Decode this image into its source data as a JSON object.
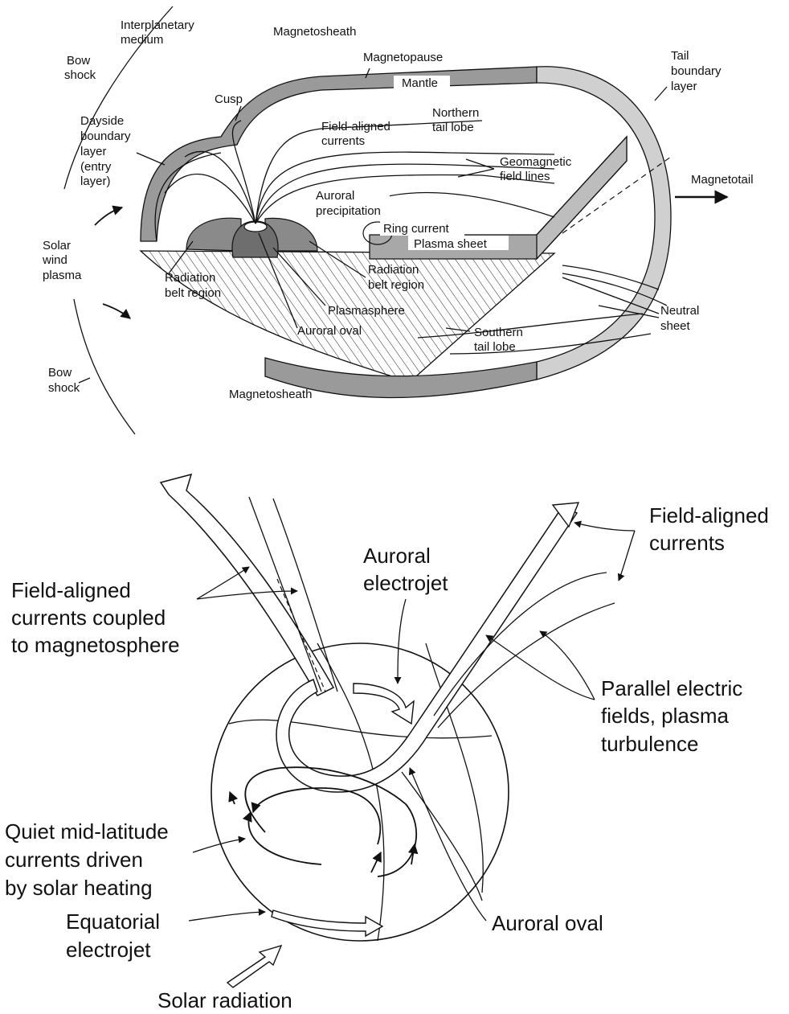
{
  "top_diagram": {
    "labels": {
      "interplanetary_medium": [
        "Interplanetary",
        "medium"
      ],
      "magnetosheath_top": "Magnetosheath",
      "bow_shock_top": [
        "Bow",
        "shock"
      ],
      "magnetopause": "Magnetopause",
      "tail_boundary_layer": [
        "Tail",
        "boundary",
        "layer"
      ],
      "mantle": "Mantle",
      "cusp": "Cusp",
      "northern_tail_lobe": [
        "Northern",
        "tail lobe"
      ],
      "dayside_boundary_layer": [
        "Dayside",
        "boundary",
        "layer",
        "(entry",
        "layer)"
      ],
      "field_aligned_currents": [
        "Field-aligned",
        "currents"
      ],
      "geomagnetic_field_lines": [
        "Geomagnetic",
        "field lines"
      ],
      "magnetotail": "Magnetotail",
      "auroral_precipitation": [
        "Auroral",
        "precipitation"
      ],
      "ring_current": "Ring current",
      "plasma_sheet": "Plasma sheet",
      "solar_wind_plasma": [
        "Solar",
        "wind",
        "plasma"
      ],
      "radiation_belt_left": [
        "Radiation",
        "belt region"
      ],
      "radiation_belt_right": [
        "Radiation",
        "belt region"
      ],
      "plasmasphere": "Plasmasphere",
      "neutral_sheet": [
        "Neutral",
        "sheet"
      ],
      "auroral_oval": "Auroral oval",
      "southern_tail_lobe": [
        "Southern",
        "tail lobe"
      ],
      "bow_shock_bottom": [
        "Bow",
        "shock"
      ],
      "magnetosheath_bottom": "Magnetosheath"
    }
  },
  "bottom_diagram": {
    "labels": {
      "fac_coupled": [
        "Field-aligned",
        "currents coupled",
        "to magnetosphere"
      ],
      "auroral_electrojet": [
        "Auroral",
        "electrojet"
      ],
      "field_aligned_currents": [
        "Field-aligned",
        "currents"
      ],
      "parallel_electric": [
        "Parallel electric",
        "fields, plasma",
        "turbulence"
      ],
      "quiet_midlatitude": [
        "Quiet mid-latitude",
        "currents driven",
        "by solar heating"
      ],
      "equatorial_electrojet": [
        "Equatorial",
        "electrojet"
      ],
      "auroral_oval": "Auroral oval",
      "solar_radiation": "Solar radiation"
    }
  }
}
